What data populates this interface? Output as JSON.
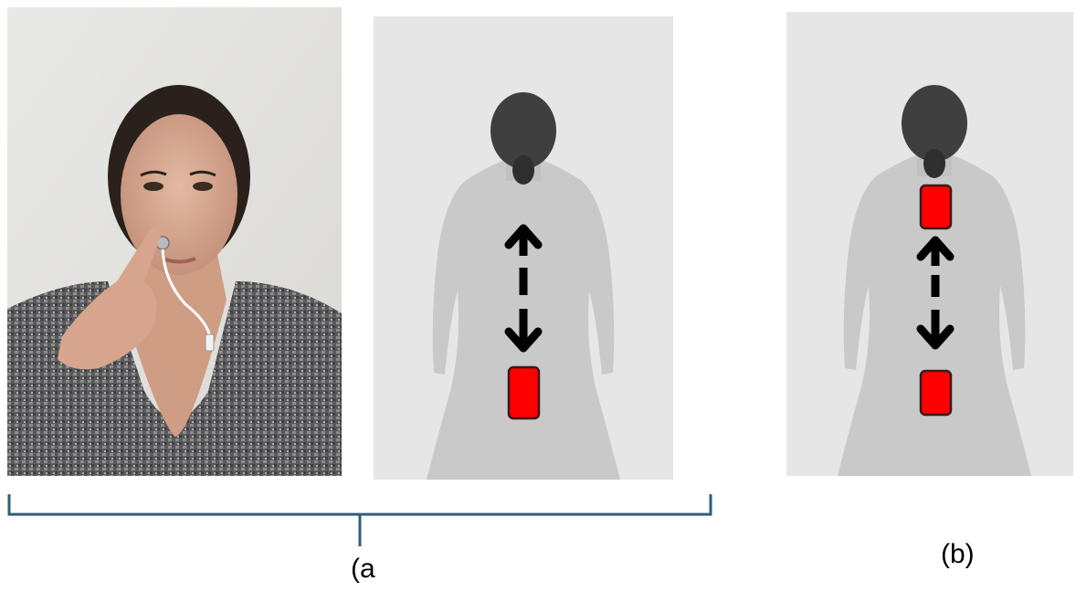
{
  "figure": {
    "panels": [
      {
        "id": "a",
        "label": "(a"
      },
      {
        "id": "b",
        "label": "(b)"
      }
    ],
    "colors": {
      "electrode": "#ff0000",
      "electrode_outline": "#3a1a1a",
      "arrow": "#000000",
      "bracket": "#2c5f7a",
      "backdrop": "#e6e6e6",
      "skin_gray": "#c9c9c9"
    }
  }
}
